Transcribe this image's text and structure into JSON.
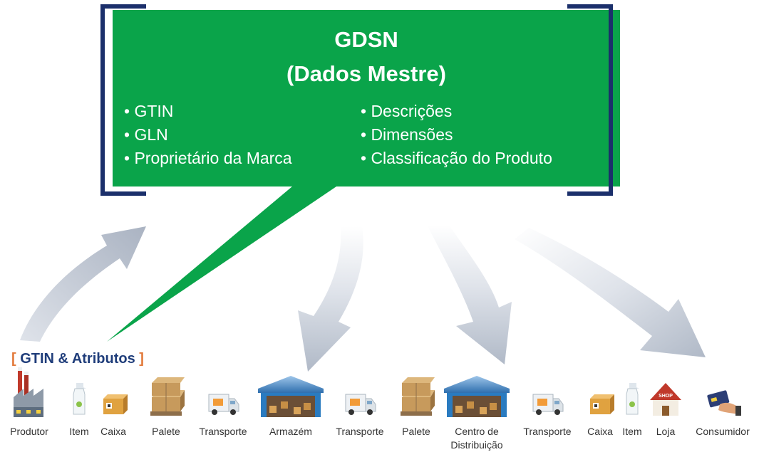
{
  "box": {
    "title_line1": "GDSN",
    "title_line2": "(Dados Mestre)",
    "left_items": [
      "• GTIN",
      "• GLN",
      "• Proprietário da Marca"
    ],
    "right_items": [
      "• Descrições",
      "• Dimensões",
      "• Classificação do Produto"
    ],
    "color": "#0aa44a",
    "bracket_color": "#1b2f6b"
  },
  "gtin_label": {
    "open": "[",
    "text": " GTIN & Atributos ",
    "close": "]"
  },
  "nodes": [
    {
      "icon": "factory-icon",
      "label": "Produtor"
    },
    {
      "icon": "spray-bottle-icon",
      "label": "Item"
    },
    {
      "icon": "box-icon",
      "label": "Caixa"
    },
    {
      "icon": "pallet-icon",
      "label": "Palete"
    },
    {
      "icon": "van-icon",
      "label": "Transporte"
    },
    {
      "icon": "warehouse-icon",
      "label": "Armazém"
    },
    {
      "icon": "van-icon",
      "label": "Transporte"
    },
    {
      "icon": "pallet-icon",
      "label": "Palete"
    },
    {
      "icon": "warehouse-icon",
      "label": "Centro de",
      "label2": "Distribuição"
    },
    {
      "icon": "van-icon",
      "label": "Transporte"
    },
    {
      "icon": "box-icon",
      "label": "Caixa"
    },
    {
      "icon": "spray-bottle-icon",
      "label": "Item"
    },
    {
      "icon": "shop-icon",
      "label": "Loja",
      "sign": "SHOP"
    },
    {
      "icon": "card-hand-icon",
      "label": "Consumidor"
    }
  ],
  "colors": {
    "arrow": "#b4bcc9",
    "arrow_light": "#e6e9ef",
    "label": "#333333",
    "accent": "#e2793a",
    "navy": "#1f3d7a"
  }
}
